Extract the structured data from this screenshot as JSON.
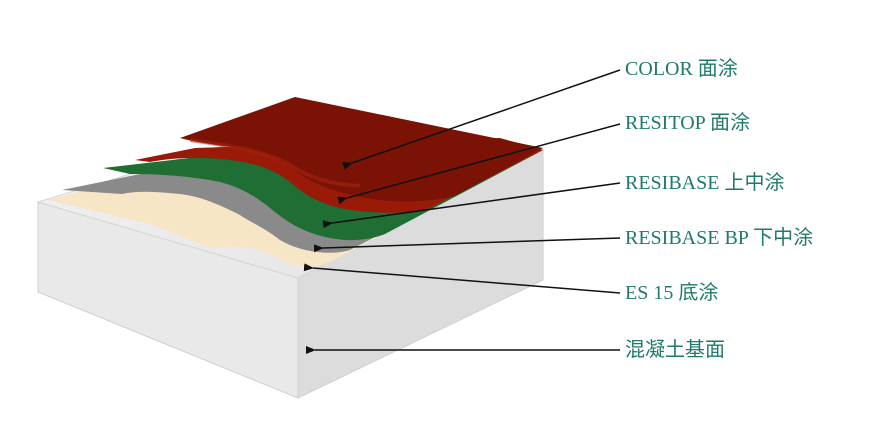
{
  "labels": [
    {
      "id": "color",
      "text": "COLOR 面涂"
    },
    {
      "id": "resitop",
      "text": "RESITOP 面涂"
    },
    {
      "id": "resibase-upper",
      "text": "RESIBASE 上中涂"
    },
    {
      "id": "resibase-bp",
      "text": "RESIBASE BP 下中涂"
    },
    {
      "id": "es15",
      "text": "ES 15 底涂"
    },
    {
      "id": "concrete",
      "text": "混凝土基面"
    }
  ],
  "colors": {
    "label": "#1f7a6b",
    "concrete": "#e6e6e6",
    "primer": "#f6e6c6",
    "grey_layer": "#8a8a8a",
    "green_layer": "#1f6f34",
    "red_layer": "#9a1a08",
    "top_red": "#7a1206"
  }
}
